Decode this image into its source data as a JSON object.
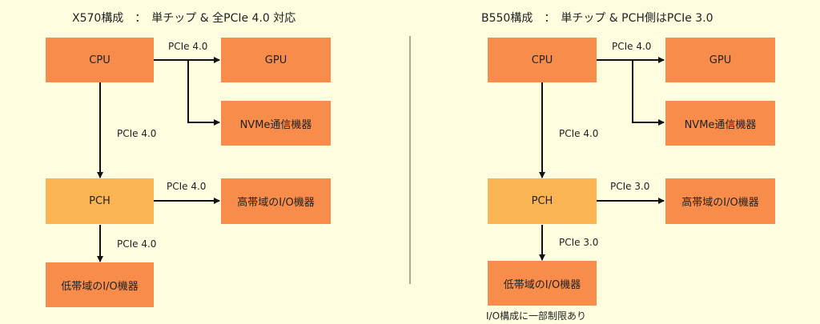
{
  "left": {
    "title": "X570構成　：　単チップ & 全PCIe 4.0 対応",
    "cpu": "CPU",
    "gpu": "GPU",
    "nvme": "NVMe通信機器",
    "pch": "PCH",
    "high_io": "高帯域のI/O機器",
    "low_io": "低帯域のI/O機器",
    "link_cpu_gpu": "PCIe 4.0",
    "link_cpu_pch": "PCIe 4.0",
    "link_pch_high": "PCIe 4.0",
    "link_pch_low": "PCIe 4.0"
  },
  "right": {
    "title": "B550構成　：　単チップ & PCH側はPCIe 3.0",
    "cpu": "CPU",
    "gpu": "GPU",
    "nvme": "NVMe通信機器",
    "pch": "PCH",
    "high_io": "高帯域のI/O機器",
    "low_io": "低帯域のI/O機器",
    "link_cpu_gpu": "PCIe 4.0",
    "link_cpu_pch": "PCIe 4.0",
    "link_pch_high": "PCIe 3.0",
    "link_pch_low": "PCIe 3.0",
    "note": "I/O構成に一部制限あり"
  },
  "colors": {
    "background": "#fffde0",
    "device_box": "#f88c4a",
    "pch_box": "#fbb452",
    "arrow": "#111111"
  }
}
